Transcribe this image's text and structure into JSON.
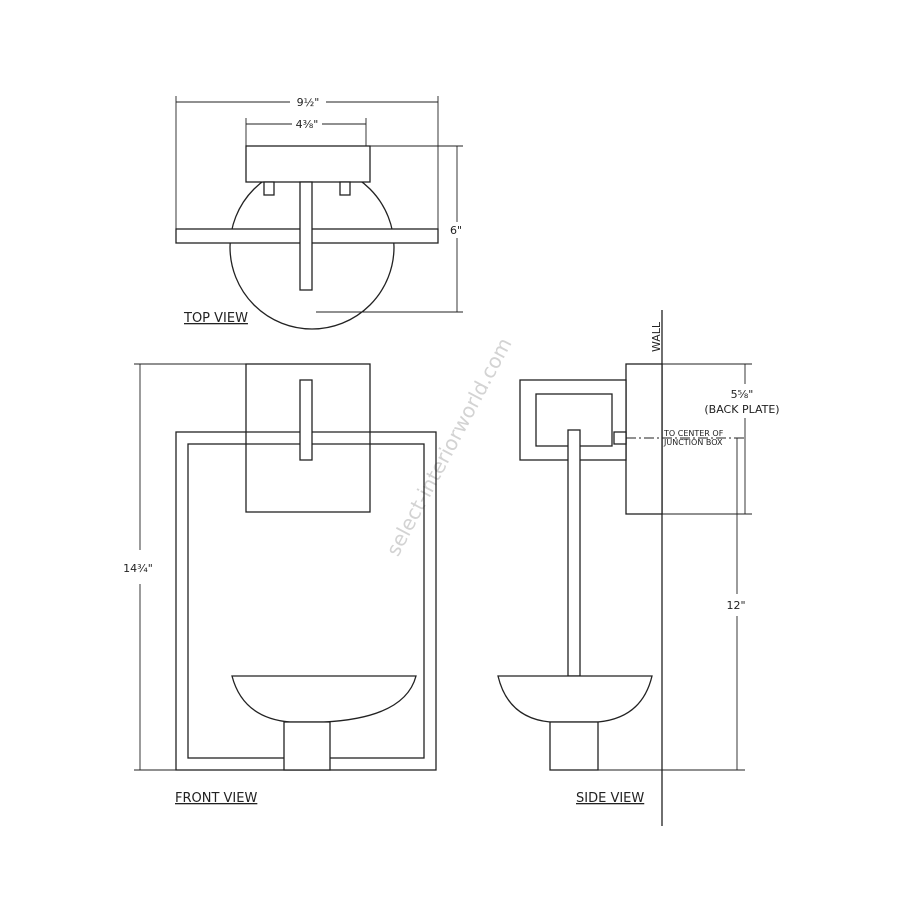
{
  "views": {
    "top": "TOP VIEW",
    "front": "FRONT VIEW",
    "side": "SIDE VIEW",
    "wall": "WALL"
  },
  "dimensions": {
    "overall_width": "9½\"",
    "back_plate_width": "4⅜\"",
    "depth": "6\"",
    "overall_height": "14¾\"",
    "back_plate_height": "5⅝\"",
    "back_plate_label": "(BACK PLATE)",
    "junction_height": "12\"",
    "junction_note_1": "TO CENTER OF",
    "junction_note_2": "JUNCTION BOX"
  },
  "watermark": "select-interiorworld.com"
}
